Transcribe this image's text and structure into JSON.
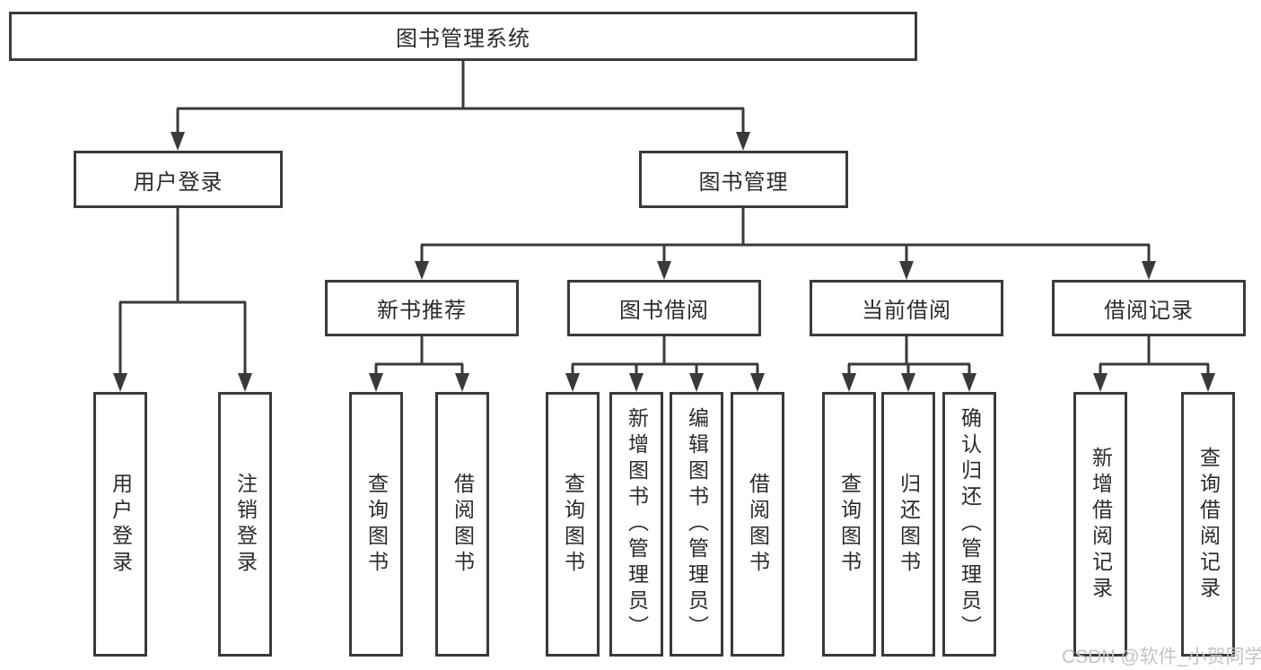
{
  "diagram": {
    "tree": {
      "root": "图书管理系统",
      "children": [
        {
          "label": "用户登录",
          "leaves": [
            "用户登录",
            "注销登录"
          ]
        },
        {
          "label": "图书管理",
          "children": [
            {
              "label": "新书推荐",
              "leaves": [
                "查询图书",
                "借阅图书"
              ]
            },
            {
              "label": "图书借阅",
              "leaves": [
                "查询图书",
                "新增图书（管理员）",
                "编辑图书（管理员）",
                "借阅图书"
              ]
            },
            {
              "label": "当前借阅",
              "leaves": [
                "查询图书",
                "归还图书",
                "确认归还（管理员）"
              ]
            },
            {
              "label": "借阅记录",
              "leaves": [
                "新增借阅记录",
                "查询借阅记录"
              ]
            }
          ]
        }
      ]
    }
  },
  "watermark": "CSDN @软件_小贺同学",
  "colors": {
    "line": "#3a3a3a",
    "text": "#2b2b2b",
    "watermark": "#c4c4c4",
    "background": "#ffffff"
  }
}
